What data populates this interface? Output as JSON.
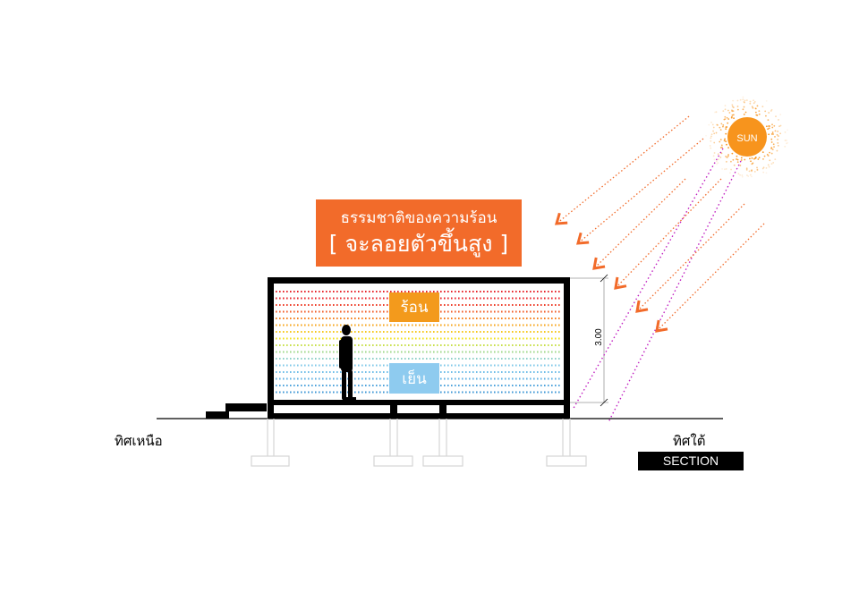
{
  "title": {
    "line1": "ธรรมชาติของความร้อน",
    "line2": "[ จะลอยตัวขึ้นสูง ]"
  },
  "zones": {
    "hot_label": "ร้อน",
    "cool_label": "เย็น"
  },
  "sun": {
    "label": "SUN"
  },
  "directions": {
    "north": "ทิศเหนือ",
    "south": "ทิศใต้"
  },
  "section_label": "SECTION",
  "dimension": {
    "height_label": "3.00"
  },
  "colors": {
    "title_box": "#f26b2a",
    "hot_box": "#f39a1c",
    "cool_box": "#8ecbef",
    "sun": "#f7941d",
    "sun_ray": "#f26b2a",
    "sun_path": "#c020c0",
    "heat_layers": [
      "#e8262b",
      "#e8262b",
      "#ee3f2a",
      "#f25a25",
      "#f5801f",
      "#f7a61c",
      "#f7c71a",
      "#f2e01c",
      "#c8e04a",
      "#9fd88a",
      "#8fd0c8",
      "#7fc8e8",
      "#6fbde8",
      "#5fb0e2",
      "#4fa4dc",
      "#4098d6"
    ]
  }
}
